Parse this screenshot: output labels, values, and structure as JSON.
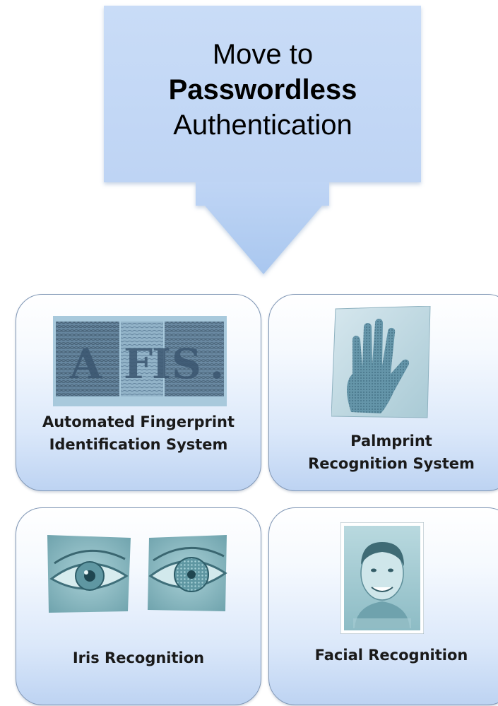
{
  "callout": {
    "line1": "Move to",
    "line2": "Passwordless",
    "line3": "Authentication",
    "fill_color": "#c3d8f6",
    "arrow_gradient": [
      "#bcd4f5",
      "#a7c6ef"
    ]
  },
  "cards": [
    {
      "id": "afis",
      "lines": [
        "Automated Fingerprint",
        "Identification System"
      ],
      "image": "afis-fingerprint-image",
      "image_text": "AFIS."
    },
    {
      "id": "palm",
      "lines": [
        "Palmprint",
        "Recognition System"
      ],
      "image": "palmprint-image"
    },
    {
      "id": "iris",
      "lines": [
        "Iris Recognition"
      ],
      "image": "eye-images"
    },
    {
      "id": "face",
      "lines": [
        "Facial Recognition"
      ],
      "image": "portrait-photo"
    }
  ],
  "colors": {
    "card_border": "#7f96b5",
    "card_gradient_bottom": "#bdd3f2",
    "image_tint": "#7fb3bf"
  }
}
